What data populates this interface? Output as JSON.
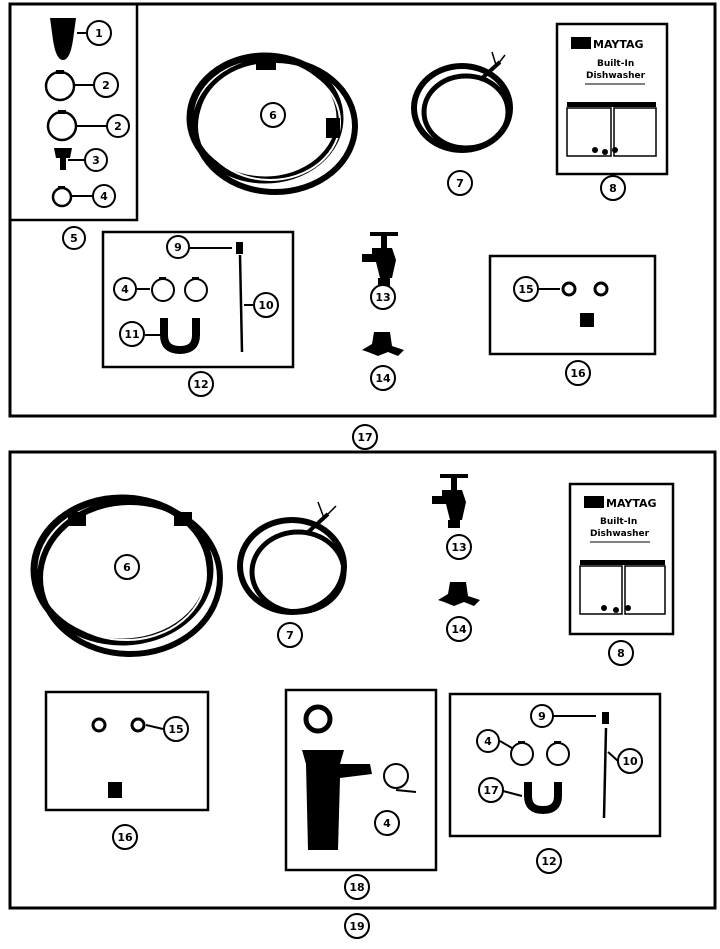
{
  "colors": {
    "ink": "#000000",
    "paper": "#ffffff"
  },
  "manual": {
    "brand": "MAYTAG",
    "title_line1": "Built-In",
    "title_line2": "Dishwasher"
  },
  "callouts": {
    "c1": "1",
    "c2": "2",
    "c3": "3",
    "c4": "4",
    "c5": "5",
    "c6": "6",
    "c7": "7",
    "c8": "8",
    "c9": "9",
    "c10": "10",
    "c11": "11",
    "c12": "12",
    "c13": "13",
    "c14": "14",
    "c15": "15",
    "c16": "16",
    "c17": "17",
    "c18": "18",
    "c19": "19"
  }
}
